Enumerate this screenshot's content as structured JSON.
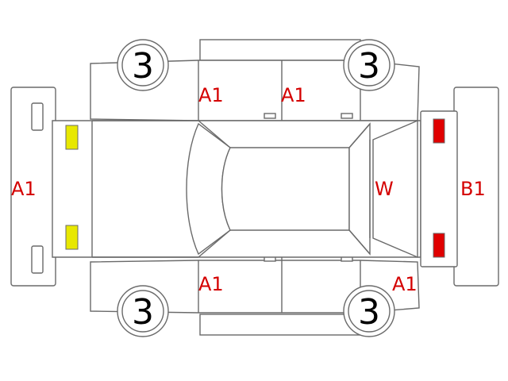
{
  "colors": {
    "outline": "#6a6a6a",
    "damage_label": "#d40000",
    "headlight": "#e8e800",
    "taillight": "#e00000"
  },
  "wheels": {
    "front_left": "3",
    "rear_left": "3",
    "front_right": "3",
    "rear_right": "3"
  },
  "damage_labels": {
    "front_bumper": "A1",
    "rear_bumper": "B1",
    "left_front_door": "A1",
    "left_rear_door": "A1",
    "right_front_door": "A1",
    "right_rear_fender": "A1",
    "rear_window": "W"
  },
  "icons": {
    "headlights": "headlight-icon",
    "taillights": "taillight-icon"
  }
}
